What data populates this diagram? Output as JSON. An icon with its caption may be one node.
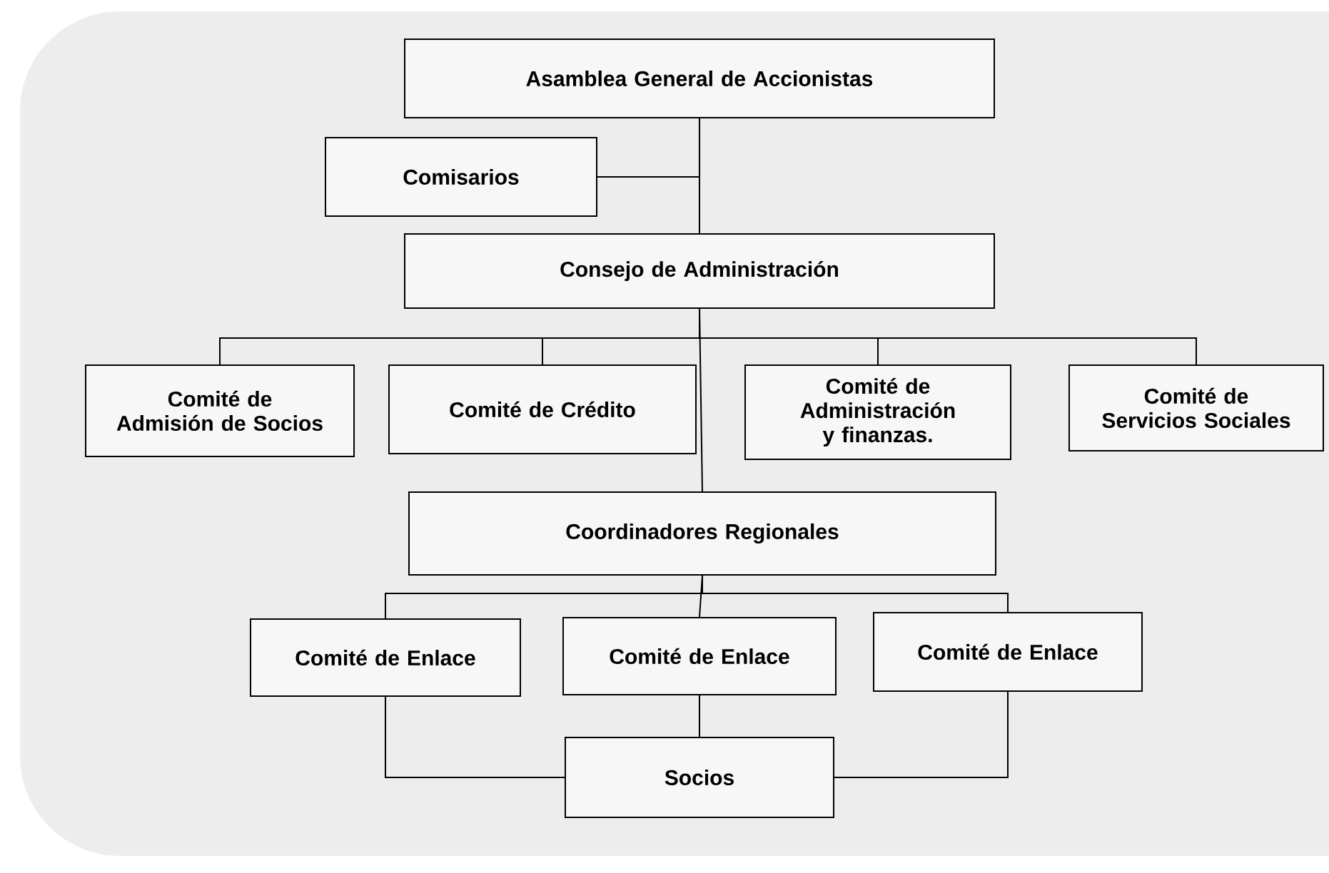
{
  "diagram": {
    "nodes": [
      {
        "text": [
          "Asamblea General de Accionistas"
        ]
      },
      {
        "text": [
          "Comisarios"
        ]
      },
      {
        "text": [
          "Consejo de Administración"
        ]
      },
      {
        "text": [
          "Comité de Admisión de Socios"
        ]
      },
      {
        "text": [
          "Comité de Crédito"
        ]
      },
      {
        "text": [
          "Comité de Administración y finanzas."
        ]
      },
      {
        "text": [
          "Comité de Servicios Sociales"
        ]
      },
      {
        "text": [
          "Coordinadores Regionales"
        ]
      },
      {
        "text": [
          "Comité de Enlace"
        ]
      },
      {
        "text": [
          "Comité de Enlace"
        ]
      },
      {
        "text": [
          "Comité de Enlace"
        ]
      },
      {
        "text": [
          "Socios"
        ]
      }
    ],
    "edges": [
      {
        "from": 0,
        "to": 1,
        "arrow": "none"
      },
      {
        "from": 0,
        "to": 2,
        "arrow": "none"
      },
      {
        "from": 2,
        "to": 3,
        "arrow": "none"
      },
      {
        "from": 2,
        "to": 4,
        "arrow": "none"
      },
      {
        "from": 2,
        "to": 5,
        "arrow": "none"
      },
      {
        "from": 2,
        "to": 6,
        "arrow": "none"
      },
      {
        "from": 2,
        "to": 7,
        "arrow": "none"
      },
      {
        "from": 7,
        "to": 8,
        "arrow": "none"
      },
      {
        "from": 7,
        "to": 9,
        "arrow": "none"
      },
      {
        "from": 7,
        "to": 10,
        "arrow": "none"
      },
      {
        "from": 8,
        "to": 11,
        "arrow": "none"
      },
      {
        "from": 9,
        "to": 11,
        "arrow": "none"
      },
      {
        "from": 10,
        "to": 11,
        "arrow": "none"
      }
    ]
  }
}
